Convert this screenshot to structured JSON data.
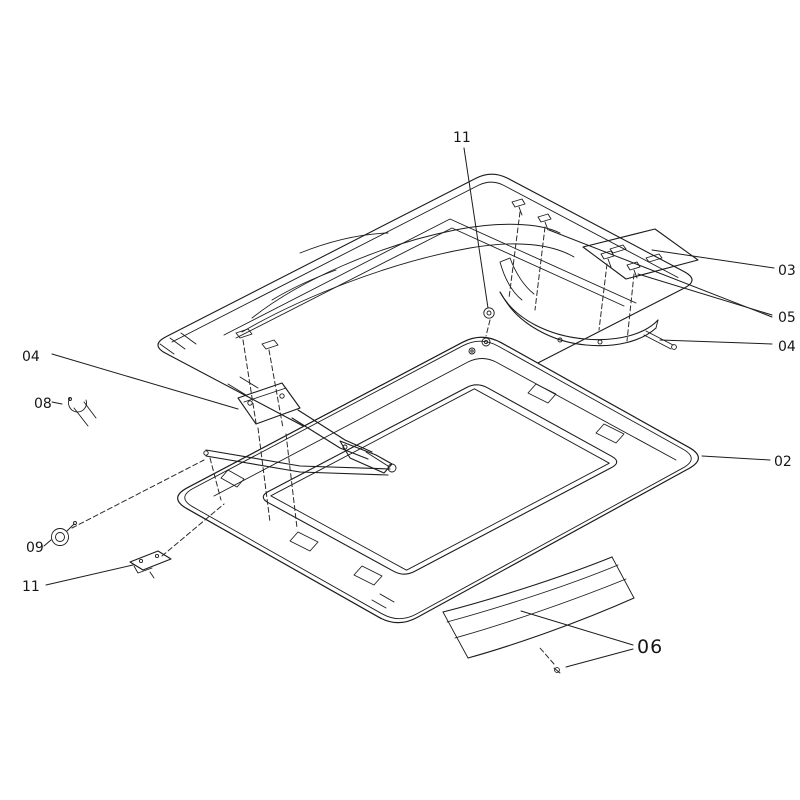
{
  "diagram": {
    "type": "exploded-parts-diagram",
    "background_color": "#ffffff",
    "line_color": "#1c1c1c",
    "callouts": [
      {
        "part": "11",
        "position": "top-center"
      },
      {
        "part": "03",
        "position": "right"
      },
      {
        "part": "05",
        "position": "right"
      },
      {
        "part": "04",
        "position": "right"
      },
      {
        "part": "04",
        "position": "left"
      },
      {
        "part": "08",
        "position": "left"
      },
      {
        "part": "02",
        "position": "right"
      },
      {
        "part": "09",
        "position": "left"
      },
      {
        "part": "11",
        "position": "bottom-left"
      },
      {
        "part": "06",
        "position": "bottom-right"
      }
    ]
  }
}
